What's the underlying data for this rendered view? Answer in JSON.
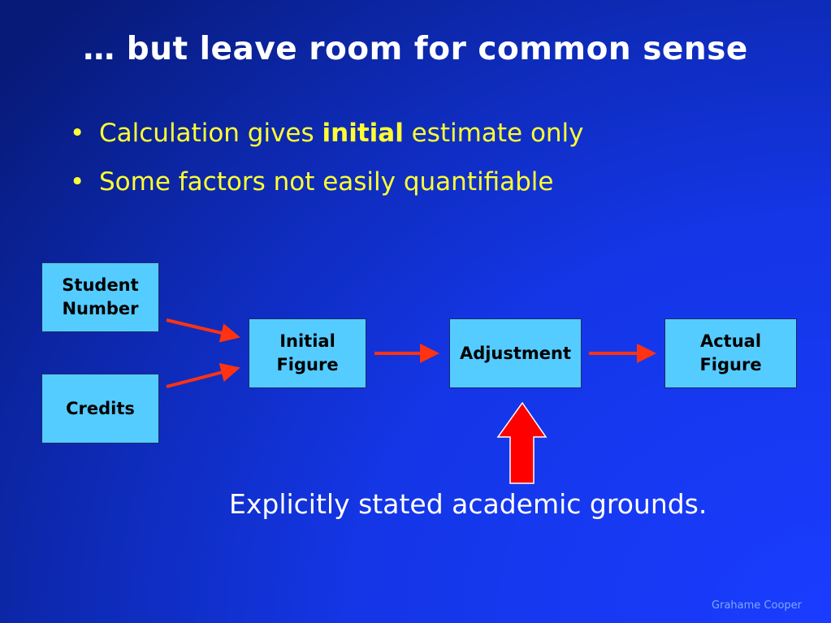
{
  "slide": {
    "title": "… but leave room for common sense",
    "bullets": [
      {
        "before": "Calculation gives ",
        "emphasis": "initial",
        "after": " estimate only"
      },
      {
        "before": "Some factors not easily quantifiable",
        "emphasis": "",
        "after": ""
      }
    ],
    "bullet_glyph": "•"
  },
  "diagram": {
    "boxes": {
      "student_number": "Student\nNumber",
      "credits": "Credits",
      "initial_figure": "Initial\nFigure",
      "adjustment": "Adjustment",
      "actual_figure": "Actual\nFigure"
    },
    "caption": "Explicitly stated academic grounds."
  },
  "footer": {
    "author": "Grahame Cooper"
  },
  "colors": {
    "background": "#1436e6",
    "title_text": "#ffffff",
    "bullet_text": "#ffff33",
    "box_fill": "#55ccff",
    "arrow": "#ff3311",
    "big_arrow": "#ff0000"
  }
}
